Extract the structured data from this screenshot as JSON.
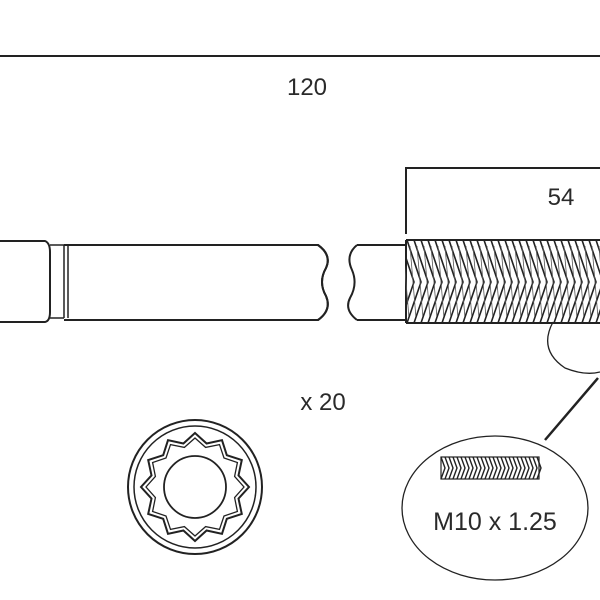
{
  "dimensions": {
    "total_length": "120",
    "thread_length": "54"
  },
  "quantity": "x 20",
  "thread_spec": "M10 x 1.25"
}
